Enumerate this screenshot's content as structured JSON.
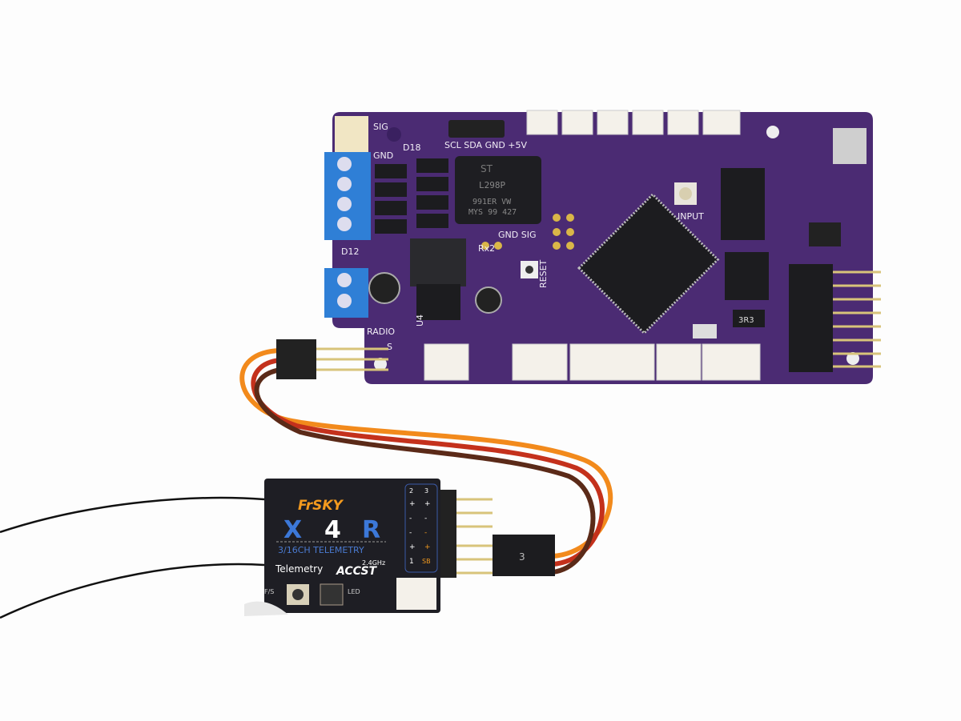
{
  "board": {
    "labels": {
      "sig": "SIG",
      "gnd": "GND",
      "radio": "RADIO",
      "input": "INPUT",
      "reset": "RESET",
      "rx2": "Rx2",
      "rx2_pins": "GND SIG",
      "i2c_pins": "SCL SDA GND +5V",
      "d12": "D12",
      "d18": "D18",
      "u4": "U4",
      "r3r3": "3R3",
      "s_label": "S"
    },
    "motor_driver": {
      "brand": "ST",
      "part": "L298P",
      "line2": "991ER VW",
      "line3": "MYS 99 427"
    }
  },
  "receiver": {
    "brand": "FrSKY",
    "model_letters": [
      "X",
      "4",
      "R"
    ],
    "subtitle": "3/16CH TELEMETRY",
    "telemetry_logo": "Telemetry",
    "freq": "2.4GHz",
    "accst": "ACCST",
    "fs_label": "F/S",
    "led_label": "LED",
    "pin_cols": [
      "2",
      "3"
    ],
    "pin_rows": [
      [
        "+",
        "+"
      ],
      [
        "-",
        "-"
      ],
      [
        "-",
        "-"
      ],
      [
        "+",
        "+"
      ],
      [
        "1",
        "SB"
      ]
    ],
    "connector_label": "3"
  },
  "colors": {
    "pcb": "#4b2b73",
    "wire_orange": "#f28a1c",
    "wire_red": "#c4311c",
    "wire_brown": "#5b2a18",
    "terminal_blue": "#2f7fd6",
    "receiver_body": "#1e1e24"
  }
}
